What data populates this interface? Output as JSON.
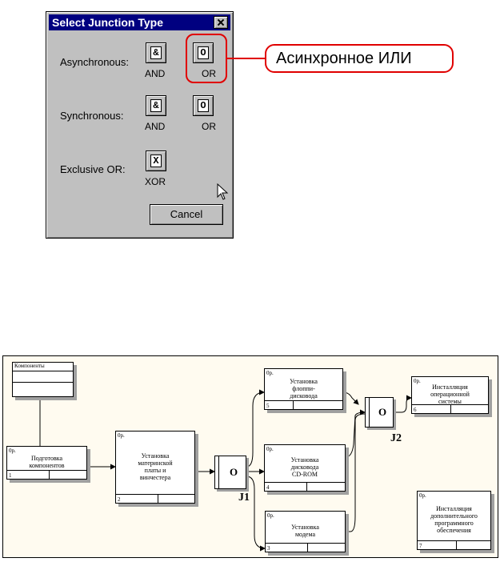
{
  "dialog": {
    "title": "Select Junction Type",
    "rows": [
      {
        "label": "Asynchronous:",
        "buttons": [
          {
            "glyph": "&",
            "caption": "AND"
          },
          {
            "glyph": "O",
            "caption": "OR"
          }
        ]
      },
      {
        "label": "Synchronous:",
        "buttons": [
          {
            "glyph": "&",
            "caption": "AND"
          },
          {
            "glyph": "O",
            "caption": "OR"
          }
        ]
      },
      {
        "label": "Exclusive OR:",
        "buttons": [
          {
            "glyph": "X",
            "caption": "XOR"
          }
        ]
      }
    ],
    "cancel_label": "Cancel"
  },
  "callout": {
    "text": "Асинхронное ИЛИ",
    "color": "#e00000"
  },
  "diagram": {
    "components_label": "Компоненты",
    "boxes": [
      {
        "id": "b1",
        "corner": "0р.",
        "text": "Подготовка\nкомпонентов",
        "number": "1"
      },
      {
        "id": "b2",
        "corner": "0р.",
        "text": "Установка\nматеринской\nплаты и\nвинчестера",
        "number": "2"
      },
      {
        "id": "b5",
        "corner": "0р.",
        "text": "Установка\nфлоппи-\nдисковода",
        "number": "5"
      },
      {
        "id": "b4",
        "corner": "0р.",
        "text": "Установка\nдисковода\nCD-ROM",
        "number": "4"
      },
      {
        "id": "b3",
        "corner": "0р.",
        "text": "Установка\nмодема",
        "number": "3"
      },
      {
        "id": "b6",
        "corner": "0р.",
        "text": "Инсталляция\nоперационной\nсистемы",
        "number": "6"
      },
      {
        "id": "b7",
        "corner": "0р.",
        "text": "Инсталляция\nдополнительного\nпрограммного\nобеспечения",
        "number": "7"
      }
    ],
    "junctions": [
      {
        "id": "j1",
        "symbol": "O",
        "label": "J1"
      },
      {
        "id": "j2",
        "symbol": "O",
        "label": "J2"
      }
    ]
  }
}
